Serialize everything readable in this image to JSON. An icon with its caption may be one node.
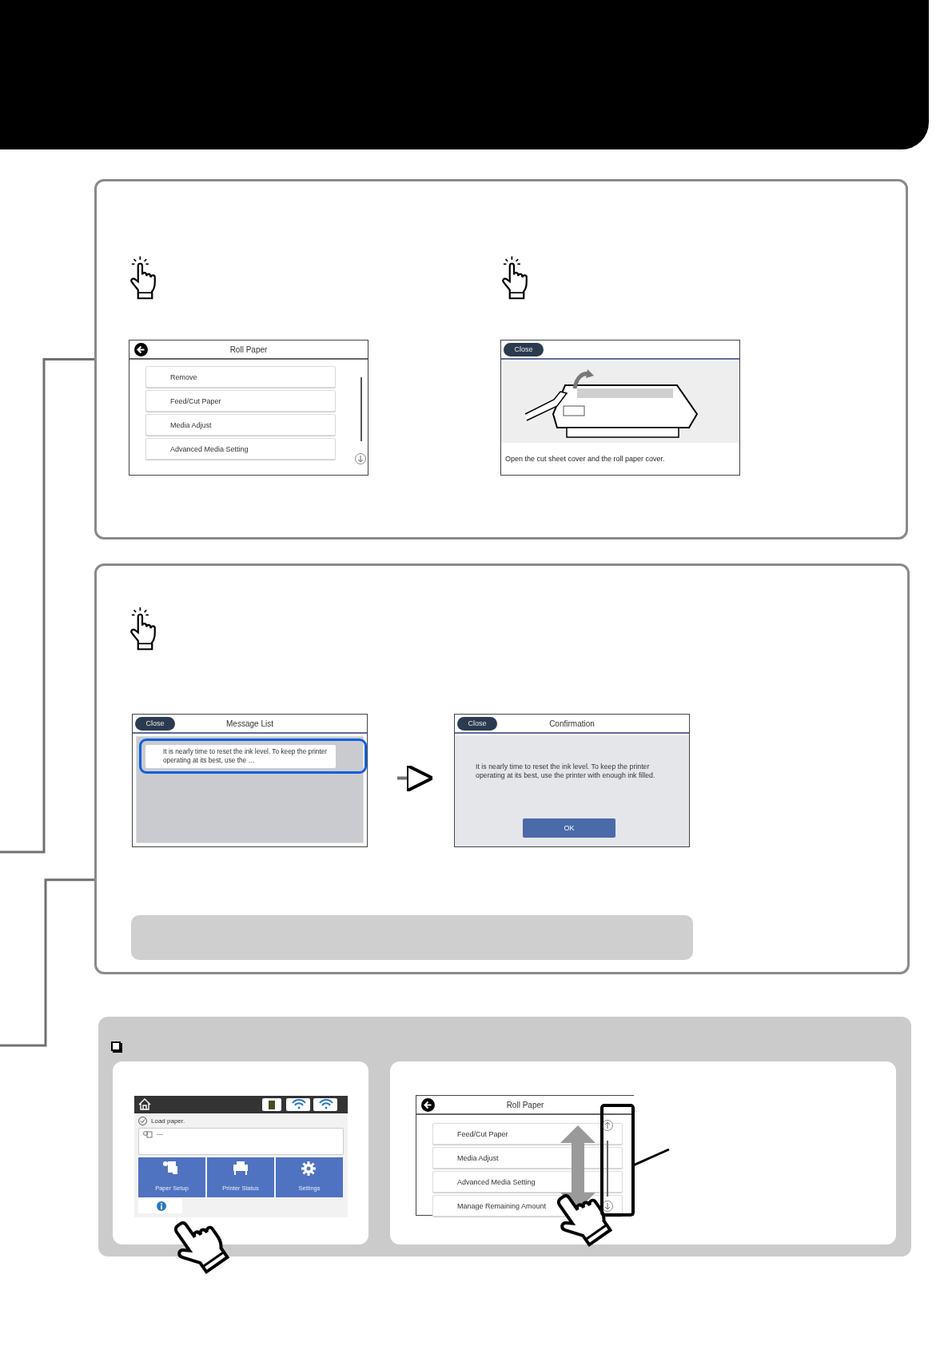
{
  "diagram": {
    "nodes": [
      {
        "text": [],
        "shape": "box"
      },
      {
        "text": [
          "Roll Paper",
          "Remove",
          "Feed/Cut Paper",
          "Media Adjust",
          "Advanced Media Setting"
        ],
        "in": 0
      },
      {
        "text": [
          "Close",
          "Open the cut sheet cover and the roll paper cover."
        ],
        "in": 0
      },
      {
        "text": [],
        "shape": "box"
      },
      {
        "text": [
          "Close",
          "Message List",
          "It is nearly time to reset the ink level. To keep the printer operating at its best, use the …"
        ],
        "in": 3
      },
      {
        "text": [
          "Close",
          "Confirmation",
          "It is nearly time to reset the ink level. To keep the printer operating at its best, use the printer with enough ink filled.",
          "OK"
        ],
        "in": 3
      },
      {
        "text": [],
        "shape": "bar",
        "in": 3
      },
      {
        "text": [],
        "shape": "box"
      },
      {
        "text": [],
        "shape": "box",
        "in": 7
      },
      {
        "text": [
          "Load paper.",
          "---",
          "Paper Setup",
          "Printer Status",
          "Settings"
        ],
        "in": 8
      },
      {
        "text": [],
        "shape": "box",
        "in": 7
      },
      {
        "text": [
          "Roll Paper",
          "Feed/Cut Paper",
          "Media Adjust",
          "Advanced Media Setting",
          "Manage Remaining Amount"
        ],
        "in": 10
      },
      {
        "text": [],
        "shape": "box",
        "in": 11
      }
    ],
    "edges": [
      {
        "from": 0,
        "to": null,
        "arrow": "none"
      },
      {
        "from": 3,
        "to": null,
        "arrow": "none"
      },
      {
        "from": 4,
        "to": 5,
        "arrow": "to"
      },
      {
        "from": 12,
        "to": null,
        "arrow": "none",
        "color": "#000000"
      }
    ]
  }
}
